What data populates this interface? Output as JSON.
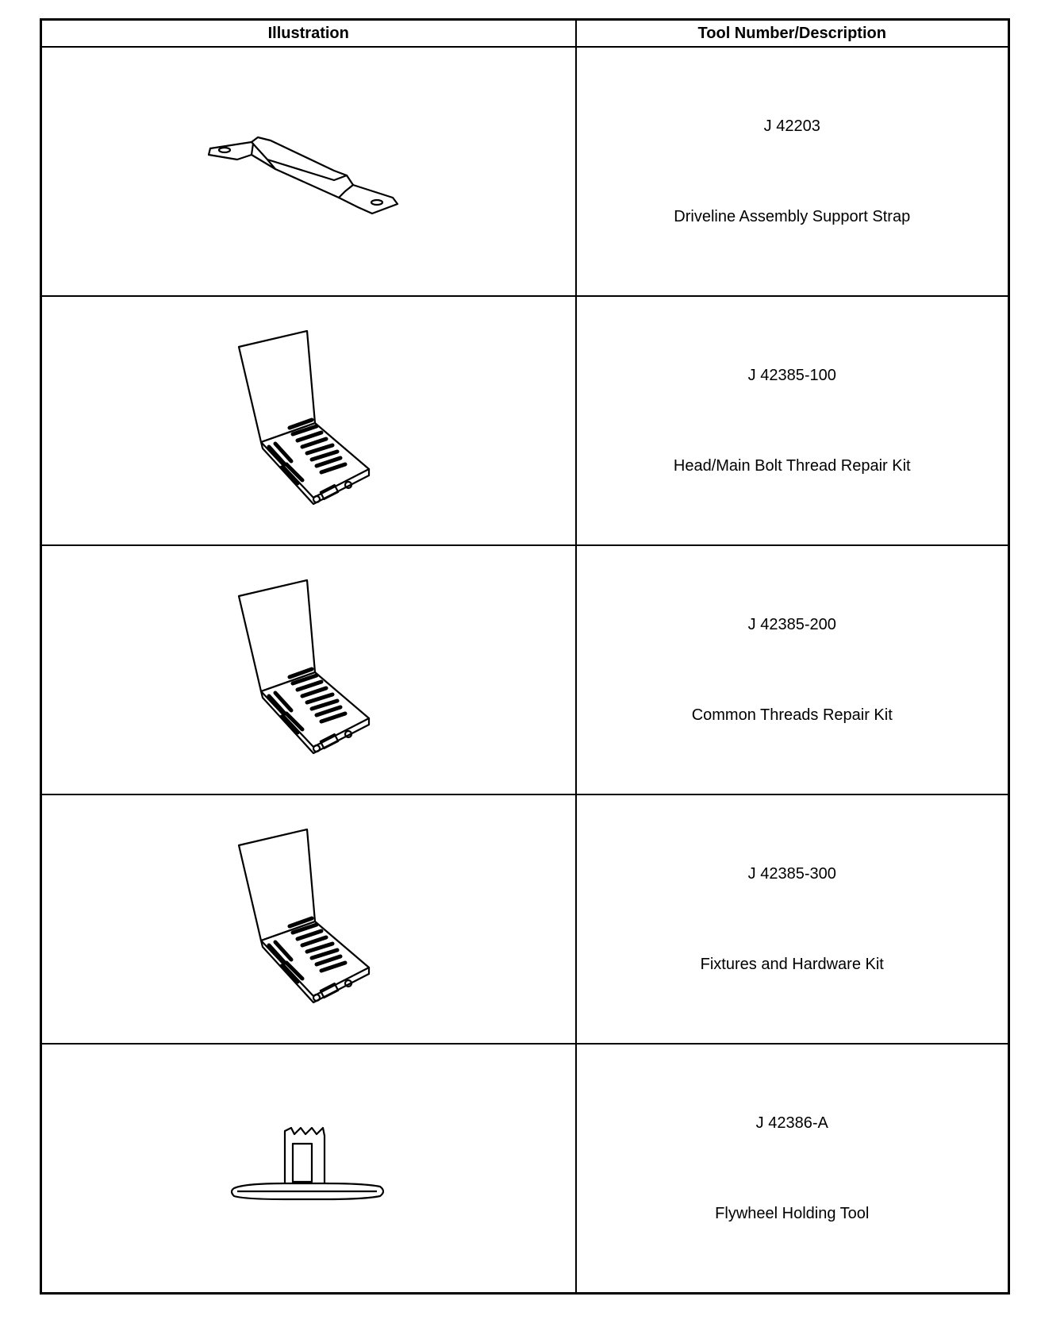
{
  "table": {
    "headers": {
      "illustration": "Illustration",
      "tool": "Tool Number/Description"
    },
    "rows": [
      {
        "number": "J 42203",
        "description": "Driveline Assembly Support Strap",
        "icon": "support-strap-icon"
      },
      {
        "number": "J 42385-100",
        "description": "Head/Main Bolt Thread Repair Kit",
        "icon": "repair-kit-case-icon"
      },
      {
        "number": "J 42385-200",
        "description": "Common Threads Repair Kit",
        "icon": "repair-kit-case-icon"
      },
      {
        "number": "J 42385-300",
        "description": "Fixtures and Hardware Kit",
        "icon": "repair-kit-case-icon"
      },
      {
        "number": "J 42386-A",
        "description": "Flywheel Holding Tool",
        "icon": "flywheel-holding-tool-icon"
      }
    ]
  }
}
